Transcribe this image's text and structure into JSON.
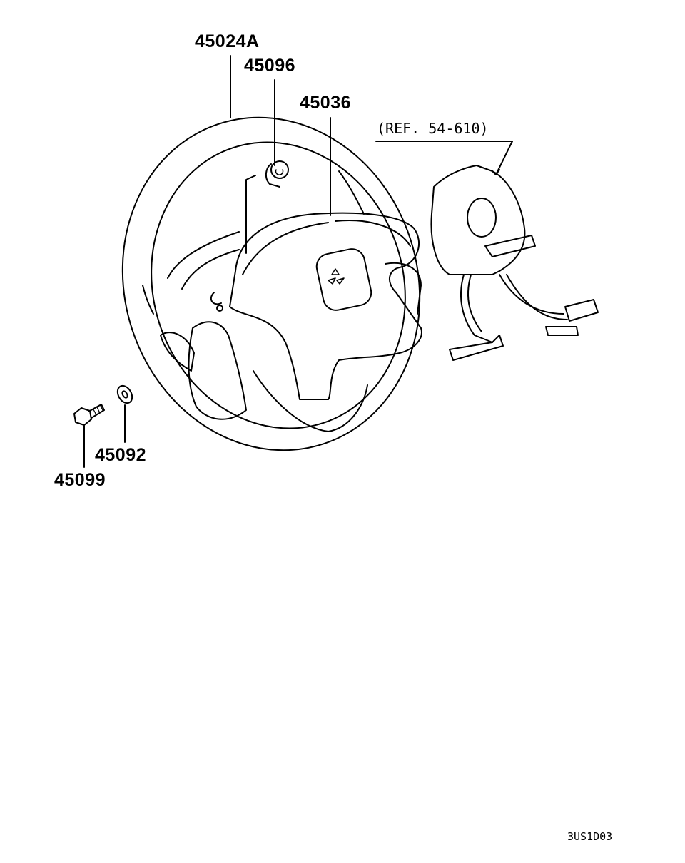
{
  "diagram": {
    "parts": [
      {
        "number": "45024A",
        "name": "steering-wheel"
      },
      {
        "number": "45096",
        "name": "nut"
      },
      {
        "number": "45036",
        "name": "airbag-module"
      },
      {
        "number": "45092",
        "name": "washer"
      },
      {
        "number": "45099",
        "name": "bolt"
      }
    ],
    "reference": "(REF. 54-610)",
    "drawing_code": "3US1D03"
  }
}
